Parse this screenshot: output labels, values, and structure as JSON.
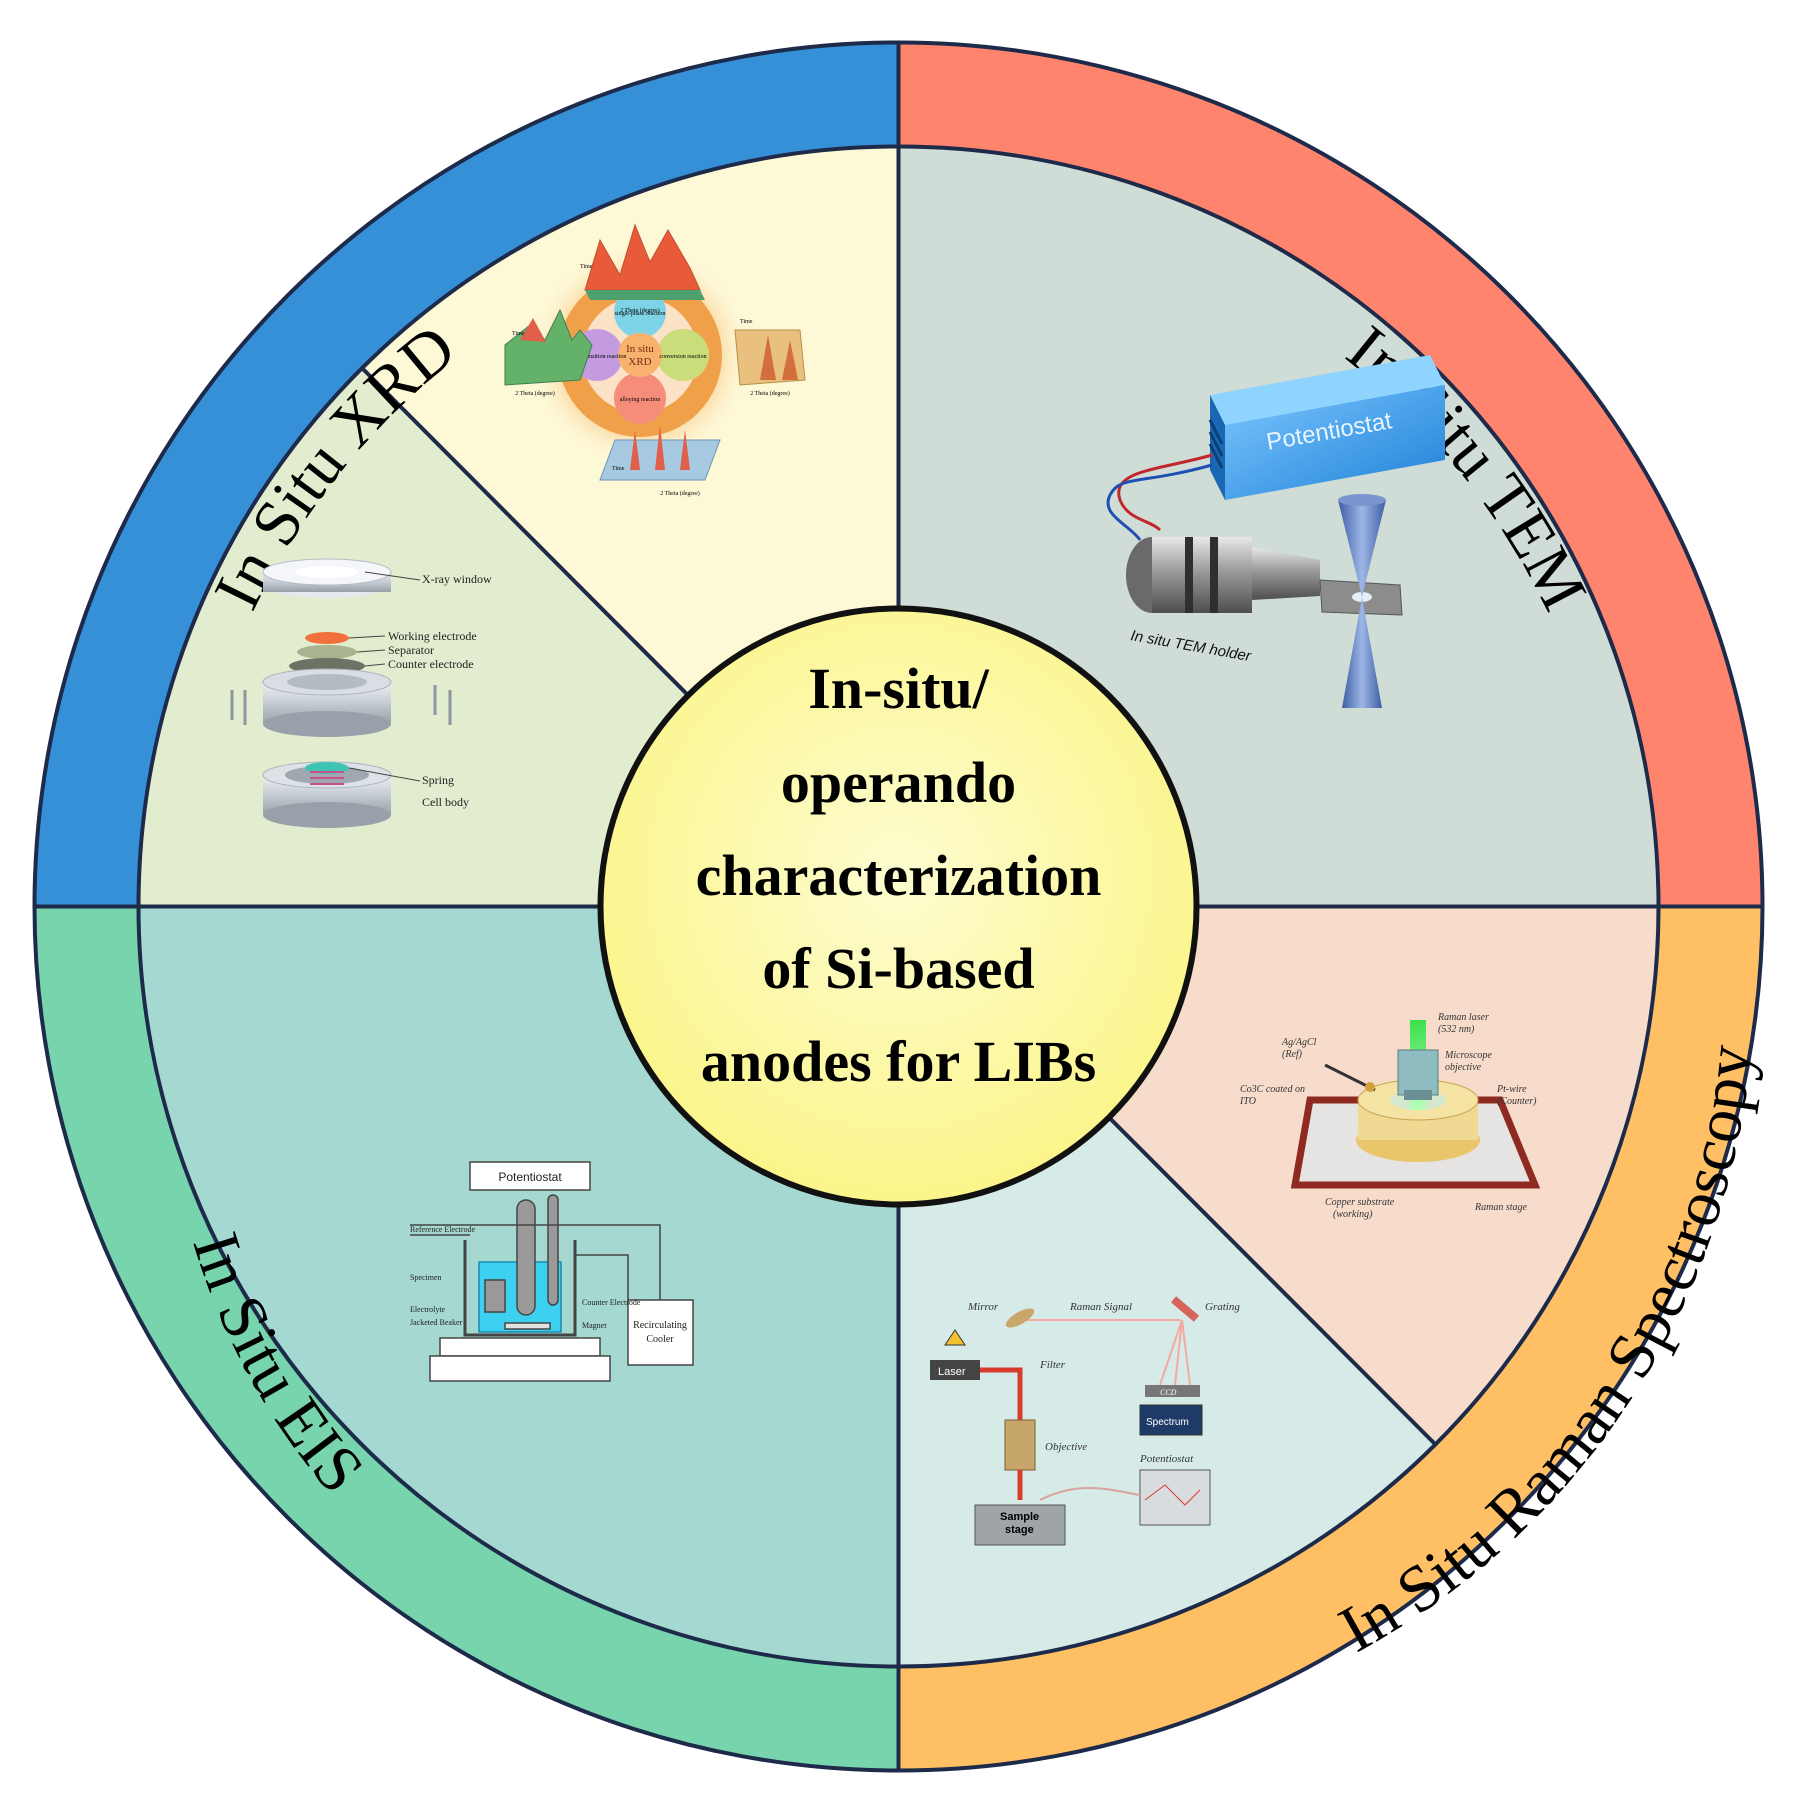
{
  "center": {
    "lines": [
      "In-situ/",
      "operando",
      "characterization",
      "of Si-based",
      "anodes for LIBs"
    ]
  },
  "sectors": {
    "xrd": {
      "label": "In Situ XRD",
      "color": "#3590d8"
    },
    "tem": {
      "label": "In Situ TEM",
      "color": "#ff846e"
    },
    "raman": {
      "label": "In Situ Raman Spectroscopy",
      "color": "#ffc065"
    },
    "eis": {
      "label": "In Situ EIS",
      "color": "#78d4ac"
    }
  },
  "panels": {
    "xrd_wheel": {
      "center_title": [
        "In situ",
        "XRD"
      ],
      "reactions": [
        "single-phase reaction",
        "conversion reaction",
        "alloying reaction",
        "phase transition reaction"
      ],
      "axis_labels": [
        "2 Theta (degree)",
        "2 Theta (degree)",
        "2 Theta (degree)",
        "2 Theta (degree)"
      ],
      "time_labels": [
        "Time",
        "Time",
        "Time",
        "Time"
      ]
    },
    "xrd_cell": {
      "labels": [
        "X-ray window",
        "Working electrode",
        "Separator",
        "Counter electrode",
        "Spring",
        "Cell body"
      ]
    },
    "tem": {
      "potentiostat": "Potentiostat",
      "holder": "In situ TEM holder"
    },
    "raman_cell": {
      "labels": [
        "Raman laser",
        "(532 nm)",
        "Microscope",
        "objective",
        "Ag/AgCl",
        "(Ref)",
        "Co3C coated on",
        "ITO",
        "Pt-wire",
        "(Counter)",
        "Copper substrate",
        "(working)",
        "Raman stage"
      ]
    },
    "raman_setup": {
      "labels": [
        "Mirror",
        "Raman Signal",
        "Grating",
        "Laser",
        "Filter",
        "CCD",
        "Spectrum",
        "Objective",
        "Potentiostat",
        "Sample",
        "stage"
      ]
    },
    "eis": {
      "labels": [
        "Potentiostat",
        "Reference Electrode",
        "Specimen",
        "Electrolyte",
        "Jacketed Beaker",
        "Counter Electrode",
        "Magnet",
        "Recirculating",
        "Cooler"
      ]
    }
  }
}
